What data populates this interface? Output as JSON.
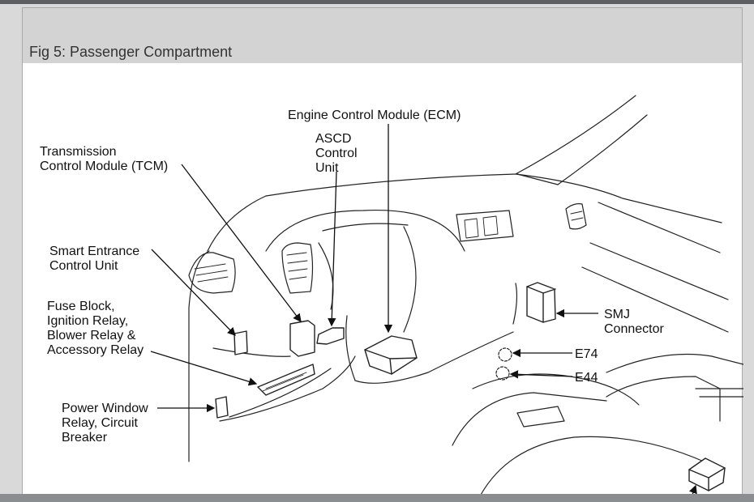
{
  "figure": {
    "title": "Fig 5: Passenger Compartment"
  },
  "labels": {
    "ecm": [
      "Engine  Control Module (ECM)"
    ],
    "ascd": [
      "ASCD",
      "Control",
      "Unit"
    ],
    "tcm": [
      "Transmission",
      "Control Module (TCM)"
    ],
    "smart_entrance": [
      "Smart Entrance",
      "Control Unit"
    ],
    "fuse_block": [
      "Fuse Block,",
      "Ignition Relay,",
      "Blower Relay &",
      "Accessory Relay"
    ],
    "power_window": [
      "Power Window",
      "Relay, Circuit",
      "Breaker"
    ],
    "smj": [
      "SMJ",
      "Connector"
    ],
    "e74": [
      "E74"
    ],
    "e44": [
      "E44"
    ]
  },
  "colors": {
    "header_bg": "#d3d3d3",
    "line": "#222222",
    "text": "#111111"
  }
}
